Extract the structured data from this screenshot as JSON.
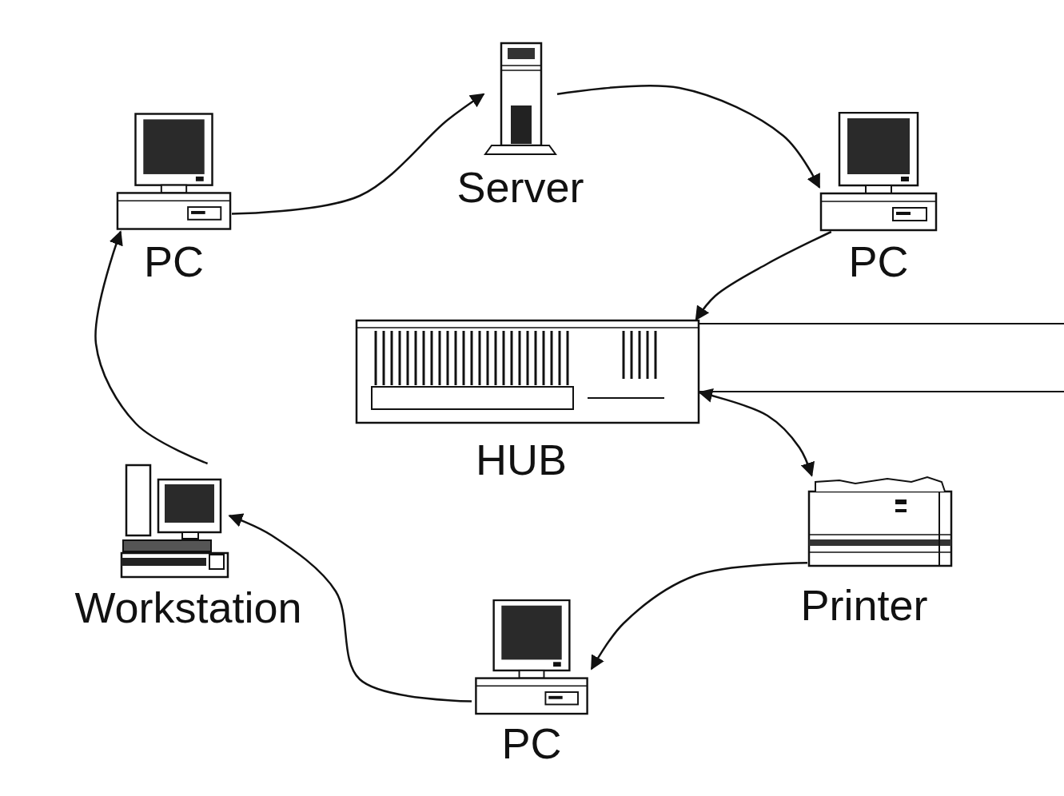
{
  "diagram": {
    "nodes": [
      {
        "text": [
          "PC"
        ]
      },
      {
        "text": [
          "Server"
        ]
      },
      {
        "text": [
          "PC"
        ]
      },
      {
        "text": [
          "HUB"
        ]
      },
      {
        "text": [
          "Printer"
        ]
      },
      {
        "text": [
          "Workstation"
        ]
      },
      {
        "text": [
          "PC"
        ]
      }
    ],
    "edges": [
      {
        "from": 0,
        "to": 1,
        "arrow": "to"
      },
      {
        "from": 1,
        "to": 2,
        "arrow": "to"
      },
      {
        "from": 2,
        "to": 3,
        "arrow": "to"
      },
      {
        "from": 3,
        "to": 4,
        "arrow": "both"
      },
      {
        "from": 4,
        "to": 6,
        "arrow": "to"
      },
      {
        "from": 6,
        "to": 5,
        "arrow": "to"
      },
      {
        "from": 5,
        "to": 0,
        "arrow": "to"
      }
    ]
  }
}
